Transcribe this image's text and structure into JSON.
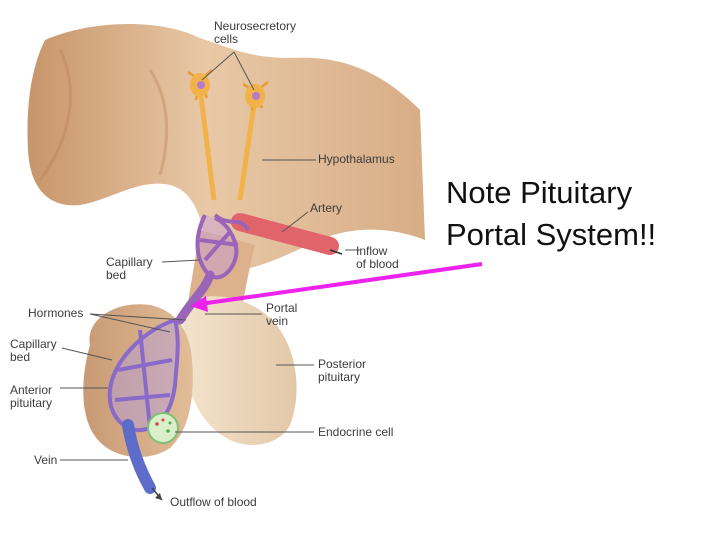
{
  "labels": {
    "neurosecretory": [
      "Neurosecretory",
      "cells"
    ],
    "hypothalamus": "Hypothalamus",
    "artery": "Artery",
    "inflow": [
      "Inflow",
      "of blood"
    ],
    "capillary_bed_upper": [
      "Capillary",
      "bed"
    ],
    "hormones": "Hormones",
    "portal_vein": [
      "Portal",
      "vein"
    ],
    "capillary_bed_lower": [
      "Capillary",
      "bed"
    ],
    "posterior": [
      "Posterior",
      "pituitary"
    ],
    "anterior": [
      "Anterior",
      "pituitary"
    ],
    "endocrine": "Endocrine cell",
    "vein": "Vein",
    "outflow": "Outflow of blood"
  },
  "note": [
    "Note Pituitary",
    "Portal System!!"
  ],
  "colors": {
    "tissue": "#e6c6a6",
    "tissue_dark": "#c99a74",
    "posterior": "#f0ddc4",
    "artery": "#e0646a",
    "capillary": "#a776c2",
    "vein": "#5d6bc9",
    "neuron": "#f1b24a",
    "endocrine": "#cfe8c0",
    "arrow": "#ee22ee"
  }
}
